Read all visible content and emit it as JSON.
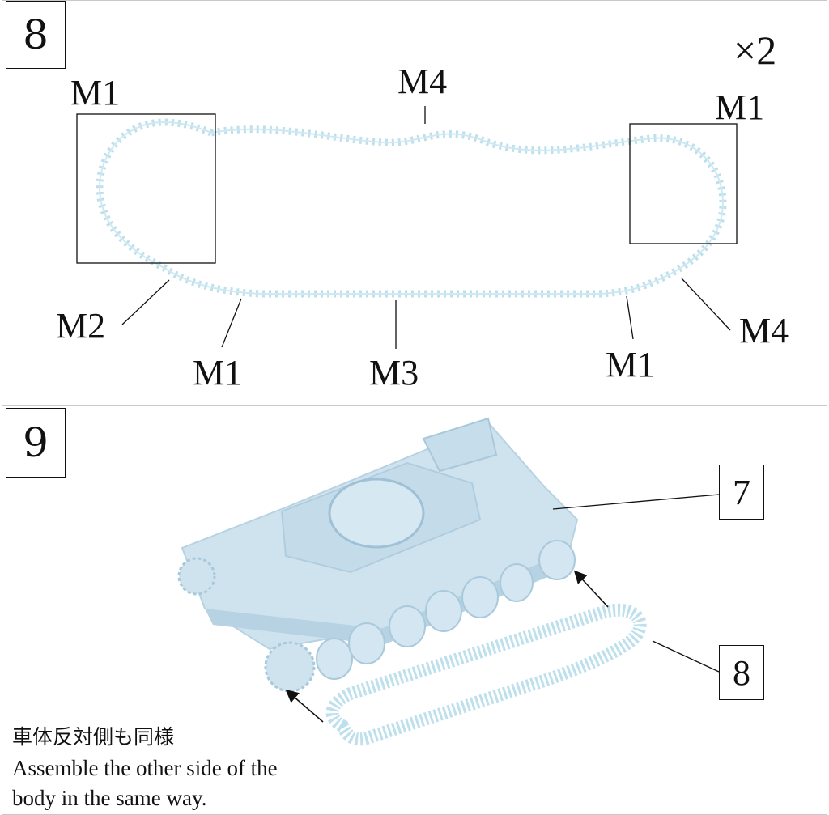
{
  "step8": {
    "number": "8",
    "multiplier": "×2",
    "labels": {
      "m4_top": "M4",
      "m1_left": "M1",
      "m1_right": "M1",
      "m2": "M2",
      "m1_bottom_left": "M1",
      "m3": "M3",
      "m1_bottom_right": "M1",
      "m4_right": "M4"
    }
  },
  "step9": {
    "number": "9",
    "ref_top": "7",
    "ref_bottom": "8",
    "note_jp": "車体反対側も同様",
    "note_en_line1": "Assemble the other side of the",
    "note_en_line2": "body in the same way."
  },
  "colors": {
    "track": "#bde0ec",
    "hull": "#cfe3ef",
    "hull_dark": "#b7d2e2",
    "line": "#111111"
  }
}
